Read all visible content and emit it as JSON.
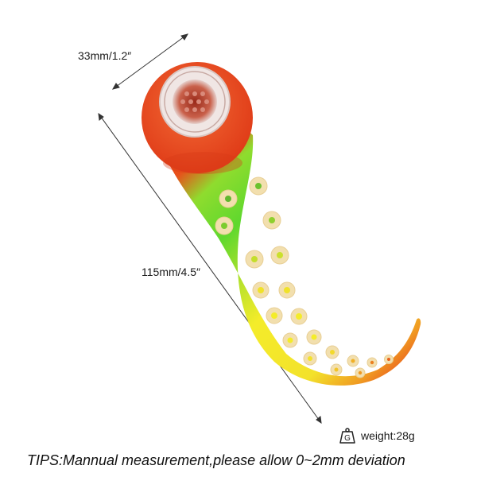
{
  "dimensions": {
    "width_label": "33mm/1.2″",
    "length_label": "115mm/4.5″"
  },
  "weight": {
    "icon": "weight-scale-icon",
    "icon_glyph": "G",
    "label": "weight:28g"
  },
  "tips": "TIPS:Mannual measurement,please allow 0~2mm deviation",
  "colors": {
    "red": "#e8431b",
    "green": "#5fd82e",
    "yellow": "#f4ec2a",
    "suction_cup": "#f2dfae"
  }
}
